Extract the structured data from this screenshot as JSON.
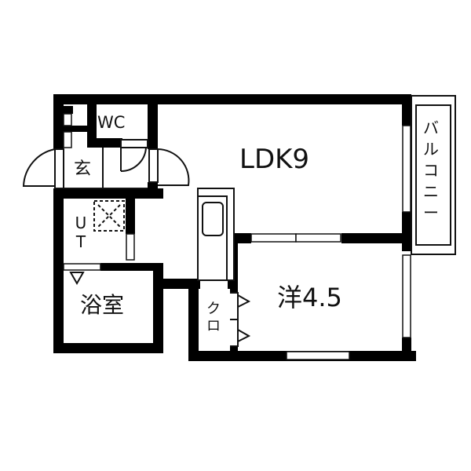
{
  "floor_plan": {
    "type": "1LDK apartment floor plan",
    "rooms": {
      "wc": {
        "label": "WC"
      },
      "genkan": {
        "label": "玄"
      },
      "utility": {
        "label": "U T"
      },
      "bathroom": {
        "label": "浴室"
      },
      "ldk": {
        "label": "LDK9"
      },
      "western_room": {
        "label": "洋4.5"
      },
      "closet": {
        "label": "クロ"
      },
      "balcony": {
        "label": "バルコニー"
      }
    },
    "colors": {
      "wall": "#000000",
      "background": "#ffffff",
      "line": "#111111"
    }
  }
}
